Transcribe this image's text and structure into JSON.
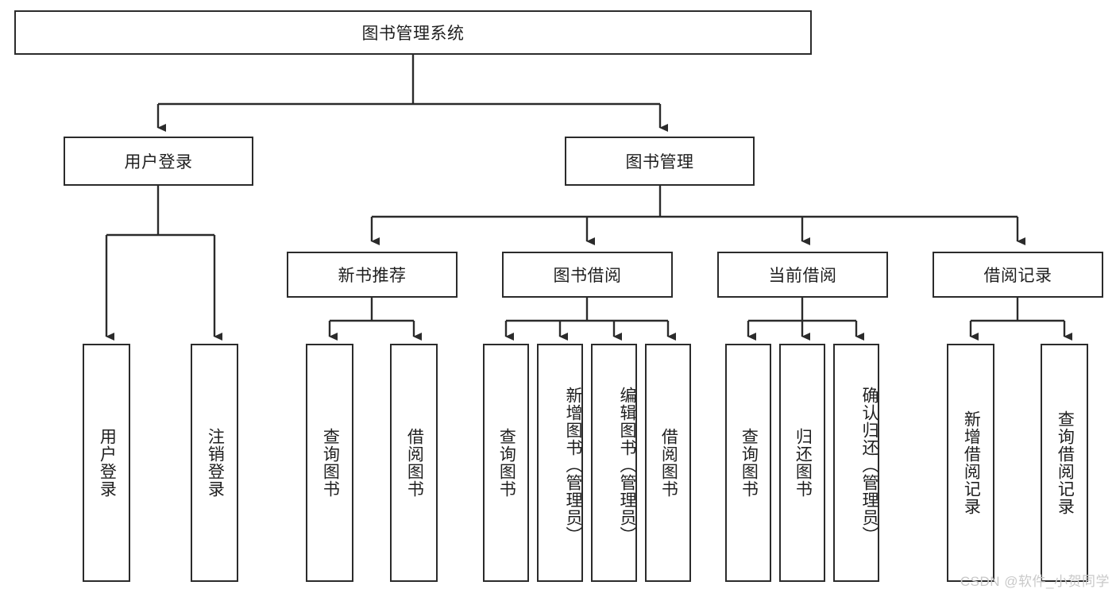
{
  "diagram": {
    "title": "图书管理系统",
    "watermark": "CSDN @软件_小贺同学",
    "style": {
      "border_color": "#2b2b2b",
      "fill_color": "#ffffff",
      "text_color": "#1f1f1f",
      "line_color": "#2b2b2b",
      "watermark_color": "#c9c9c9"
    },
    "levels": {
      "root": {
        "label": "图书管理系统"
      },
      "level2": [
        {
          "label": "用户登录"
        },
        {
          "label": "图书管理"
        }
      ],
      "level3": [
        {
          "label": "新书推荐"
        },
        {
          "label": "图书借阅"
        },
        {
          "label": "当前借阅"
        },
        {
          "label": "借阅记录"
        }
      ],
      "leaves": {
        "user_login": [
          {
            "label": "用户登录"
          },
          {
            "label": "注销登录"
          }
        ],
        "new_book_recommend": [
          {
            "label": "查询图书"
          },
          {
            "label": "借阅图书"
          }
        ],
        "book_borrow": [
          {
            "label": "查询图书"
          },
          {
            "label": "新增图书（管理员）"
          },
          {
            "label": "编辑图书（管理员）"
          },
          {
            "label": "借阅图书"
          }
        ],
        "current_borrow": [
          {
            "label": "查询图书"
          },
          {
            "label": "归还图书"
          },
          {
            "label": "确认归还（管理员）"
          }
        ],
        "borrow_record": [
          {
            "label": "新增借阅记录"
          },
          {
            "label": "查询借阅记录"
          }
        ]
      }
    }
  }
}
